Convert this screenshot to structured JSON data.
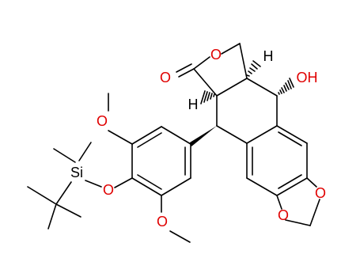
{
  "molecule": {
    "atoms": {
      "o_ring": "O",
      "o_carbonyl": "O",
      "oh": "OH",
      "o_meo_top": "O",
      "o_tbs": "O",
      "o_meo_bot": "O",
      "o_diox_r": "O",
      "o_diox_b": "O",
      "si": "Si",
      "h_top": "H",
      "h_left": "H"
    },
    "colors": {
      "bond": "#000000",
      "oxygen": "#e00000",
      "silicon": "#000000",
      "hydrogen": "#000000",
      "background": "#ffffff"
    }
  }
}
